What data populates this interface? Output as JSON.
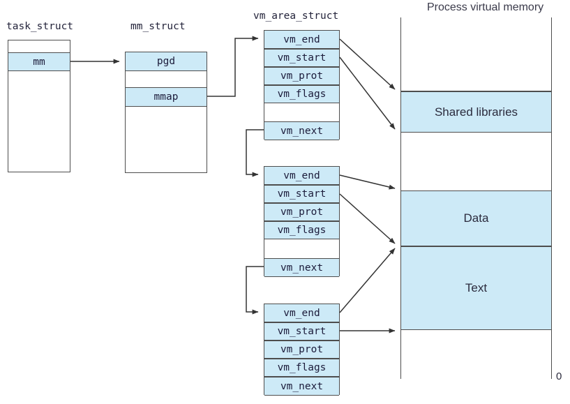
{
  "diagram": {
    "title_task_struct": "task_struct",
    "title_mm_struct": "mm_struct",
    "title_vm_area_struct": "vm_area_struct",
    "title_process_memory": "Process virtual memory",
    "colors": {
      "fill": "#cdeaf7",
      "stroke": "#4d4d4d",
      "text": "#1b1b3a"
    }
  },
  "task_struct": {
    "rows": [
      {
        "label": "",
        "filled": false
      },
      {
        "label": "mm",
        "filled": true
      },
      {
        "label": "",
        "filled": false
      }
    ]
  },
  "mm_struct": {
    "rows": [
      {
        "label": "pgd",
        "filled": true
      },
      {
        "label": "",
        "filled": false
      },
      {
        "label": "mmap",
        "filled": true
      },
      {
        "label": "",
        "filled": false
      }
    ]
  },
  "vm_area_structs": [
    {
      "name": "vma-shared-libraries",
      "rows": [
        {
          "label": "vm_end",
          "filled": true
        },
        {
          "label": "vm_start",
          "filled": true
        },
        {
          "label": "vm_prot",
          "filled": true
        },
        {
          "label": "vm_flags",
          "filled": true
        },
        {
          "label": "",
          "filled": false
        },
        {
          "label": "vm_next",
          "filled": true
        }
      ]
    },
    {
      "name": "vma-data",
      "rows": [
        {
          "label": "vm_end",
          "filled": true
        },
        {
          "label": "vm_start",
          "filled": true
        },
        {
          "label": "vm_prot",
          "filled": true
        },
        {
          "label": "vm_flags",
          "filled": true
        },
        {
          "label": "",
          "filled": false
        },
        {
          "label": "vm_next",
          "filled": true
        }
      ]
    },
    {
      "name": "vma-text",
      "rows": [
        {
          "label": "vm_end",
          "filled": true
        },
        {
          "label": "vm_start",
          "filled": true
        },
        {
          "label": "vm_prot",
          "filled": true
        },
        {
          "label": "vm_flags",
          "filled": true
        },
        {
          "label": "vm_next",
          "filled": true
        }
      ]
    }
  ],
  "process_memory": {
    "regions": [
      {
        "label": "",
        "filled": false
      },
      {
        "label": "Shared libraries",
        "filled": true
      },
      {
        "label": "",
        "filled": false
      },
      {
        "label": "Data",
        "filled": true
      },
      {
        "label": "Text",
        "filled": true
      },
      {
        "label": "",
        "filled": false
      }
    ],
    "bottom_address_label": "0"
  }
}
